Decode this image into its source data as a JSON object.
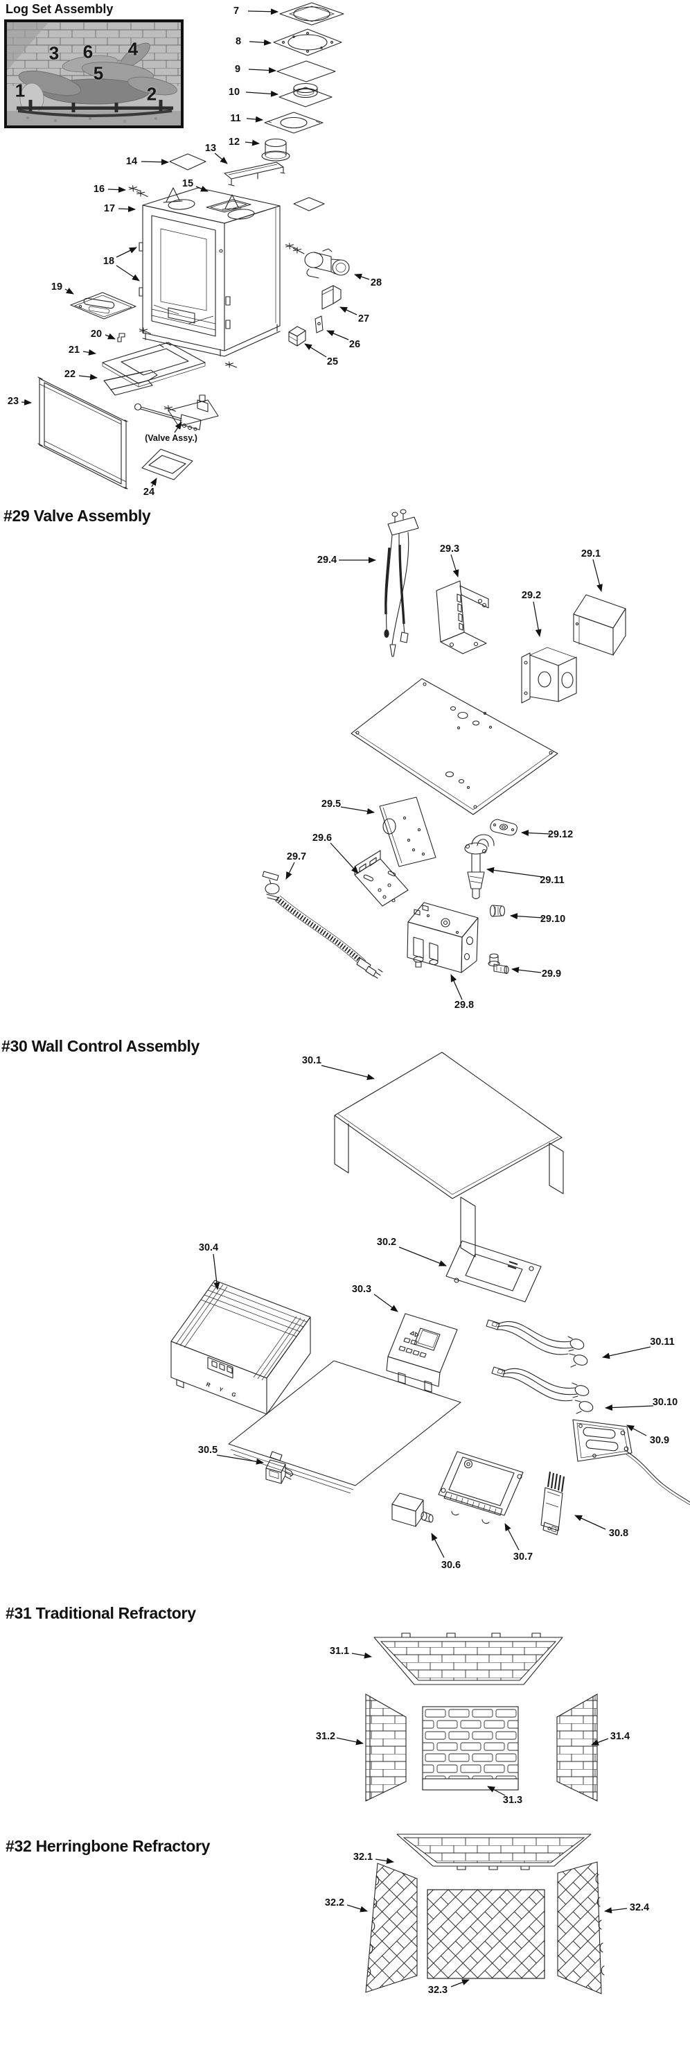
{
  "titles": {
    "log_set": "Log Set Assembly",
    "s29": "#29 Valve Assembly",
    "s30": "#30 Wall Control Assembly",
    "s31": "#31 Traditional Refractory",
    "s32": "#32 Herringbone Refractory"
  },
  "notes": {
    "valve_assy": "(Valve Assy.)",
    "receiver_terminals": "R Y G"
  },
  "photo": {
    "p1": "1",
    "p2": "2",
    "p3": "3",
    "p4": "4",
    "p5": "5",
    "p6": "6"
  },
  "labels": {
    "n7": "7",
    "n8": "8",
    "n9": "9",
    "n10": "10",
    "n11": "11",
    "n12": "12",
    "n13": "13",
    "n14": "14",
    "n15": "15",
    "n16": "16",
    "n17": "17",
    "n18": "18",
    "n19": "19",
    "n20": "20",
    "n21": "21",
    "n22": "22",
    "n23": "23",
    "n24": "24",
    "n25": "25",
    "n26": "26",
    "n27": "27",
    "n28": "28"
  },
  "valve": {
    "v1": "29.1",
    "v2": "29.2",
    "v3": "29.3",
    "v4": "29.4",
    "v5": "29.5",
    "v6": "29.6",
    "v7": "29.7",
    "v8": "29.8",
    "v9": "29.9",
    "v10": "29.10",
    "v11": "29.11",
    "v12": "29.12"
  },
  "wall": {
    "w1": "30.1",
    "w2": "30.2",
    "w3": "30.3",
    "w4": "30.4",
    "w5": "30.5",
    "w6": "30.6",
    "w7": "30.7",
    "w8": "30.8",
    "w9": "30.9",
    "w10": "30.10",
    "w11": "30.11"
  },
  "trad": {
    "t1": "31.1",
    "t2": "31.2",
    "t3": "31.3",
    "t4": "31.4"
  },
  "herr": {
    "h1": "32.1",
    "h2": "32.2",
    "h3": "32.3",
    "h4": "32.4"
  }
}
